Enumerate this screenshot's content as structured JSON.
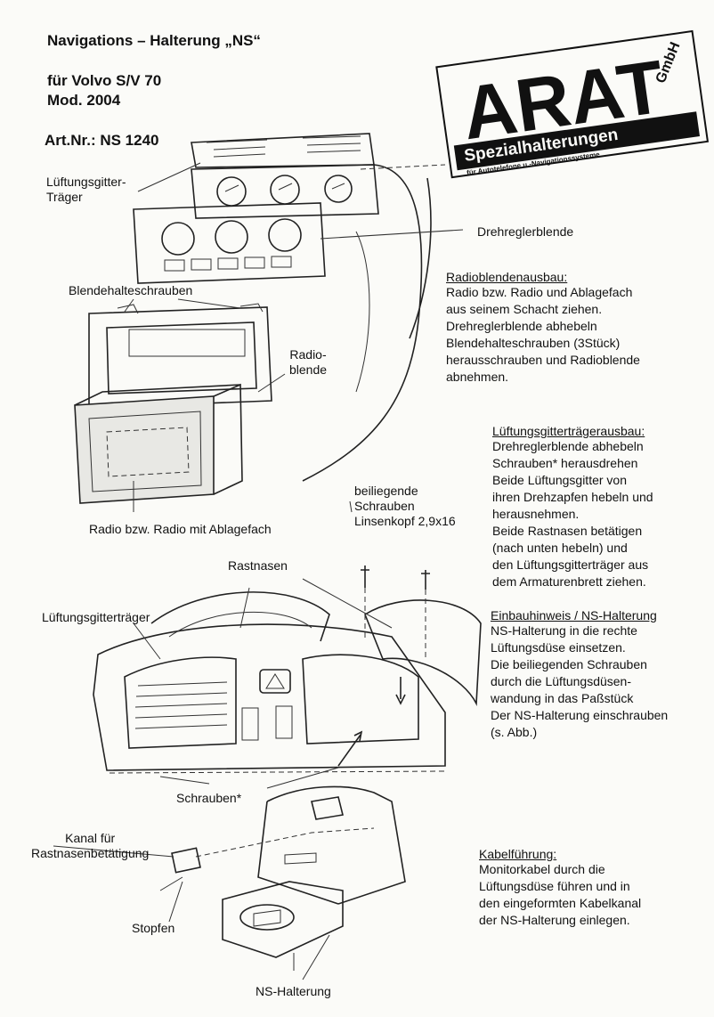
{
  "header": {
    "title": "Navigations – Halterung „NS“",
    "vehicle": "für Volvo S/V 70",
    "model": "Mod. 2004",
    "article": "Art.Nr.: NS 1240"
  },
  "logo": {
    "brand": "ARAT",
    "suffix": "GmbH",
    "tagline": "Spezialhalterungen",
    "subline": "für Autotelefone u.-Navigationssysteme"
  },
  "labels": {
    "lueftungsgittertraeger_top_1": "Lüftungsgitter-",
    "lueftungsgittertraeger_top_2": "Träger",
    "drehreglerblende": "Drehreglerblende",
    "blendehalteschrauben": "Blendehalteschrauben",
    "radioblende_1": "Radio-",
    "radioblende_2": "blende",
    "radio_ablagefach": "Radio bzw. Radio mit Ablagefach",
    "schrauben_1": "beiliegende",
    "schrauben_2": "Schrauben",
    "schrauben_3": "Linsenkopf 2,9x16",
    "rastnasen": "Rastnasen",
    "lueftungsgittertraeger_mid": "Lüftungsgitterträger",
    "schrauben_star": "Schrauben*",
    "kanal_1": "Kanal für",
    "kanal_2": "Rastnasenbetätigung",
    "stopfen": "Stopfen",
    "ns_halterung": "NS-Halterung"
  },
  "sections": {
    "radioblende": {
      "heading": "Radioblendenausbau:",
      "lines": [
        "Radio bzw. Radio und Ablagefach",
        "aus seinem Schacht ziehen.",
        "Drehreglerblende abhebeln",
        "Blendehalteschrauben (3Stück)",
        "herausschrauben und Radioblende",
        "abnehmen."
      ]
    },
    "lueftung": {
      "heading": "Lüftungsgitterträgerausbau:",
      "lines": [
        "Drehreglerblende abhebeln",
        "Schrauben* herausdrehen",
        "Beide Lüftungsgitter von",
        "ihren Drehzapfen hebeln und",
        "herausnehmen.",
        "Beide Rastnasen betätigen",
        "(nach unten hebeln) und",
        "den Lüftungsgitterträger aus",
        "dem Armaturenbrett ziehen."
      ]
    },
    "einbau": {
      "heading": "Einbauhinweis / NS-Halterung",
      "lines": [
        "NS-Halterung in die rechte",
        "Lüftungsdüse einsetzen.",
        "Die beiliegenden Schrauben",
        "durch die Lüftungsdüsen-",
        "wandung in das Paßstück",
        "Der NS-Halterung einschrauben",
        "(s. Abb.)"
      ]
    },
    "kabel": {
      "heading": "Kabelführung:",
      "lines": [
        "Monitorkabel durch die",
        "Lüftungsdüse führen und in",
        "den eingeformten Kabelkanal",
        "der NS-Halterung einlegen."
      ]
    }
  }
}
